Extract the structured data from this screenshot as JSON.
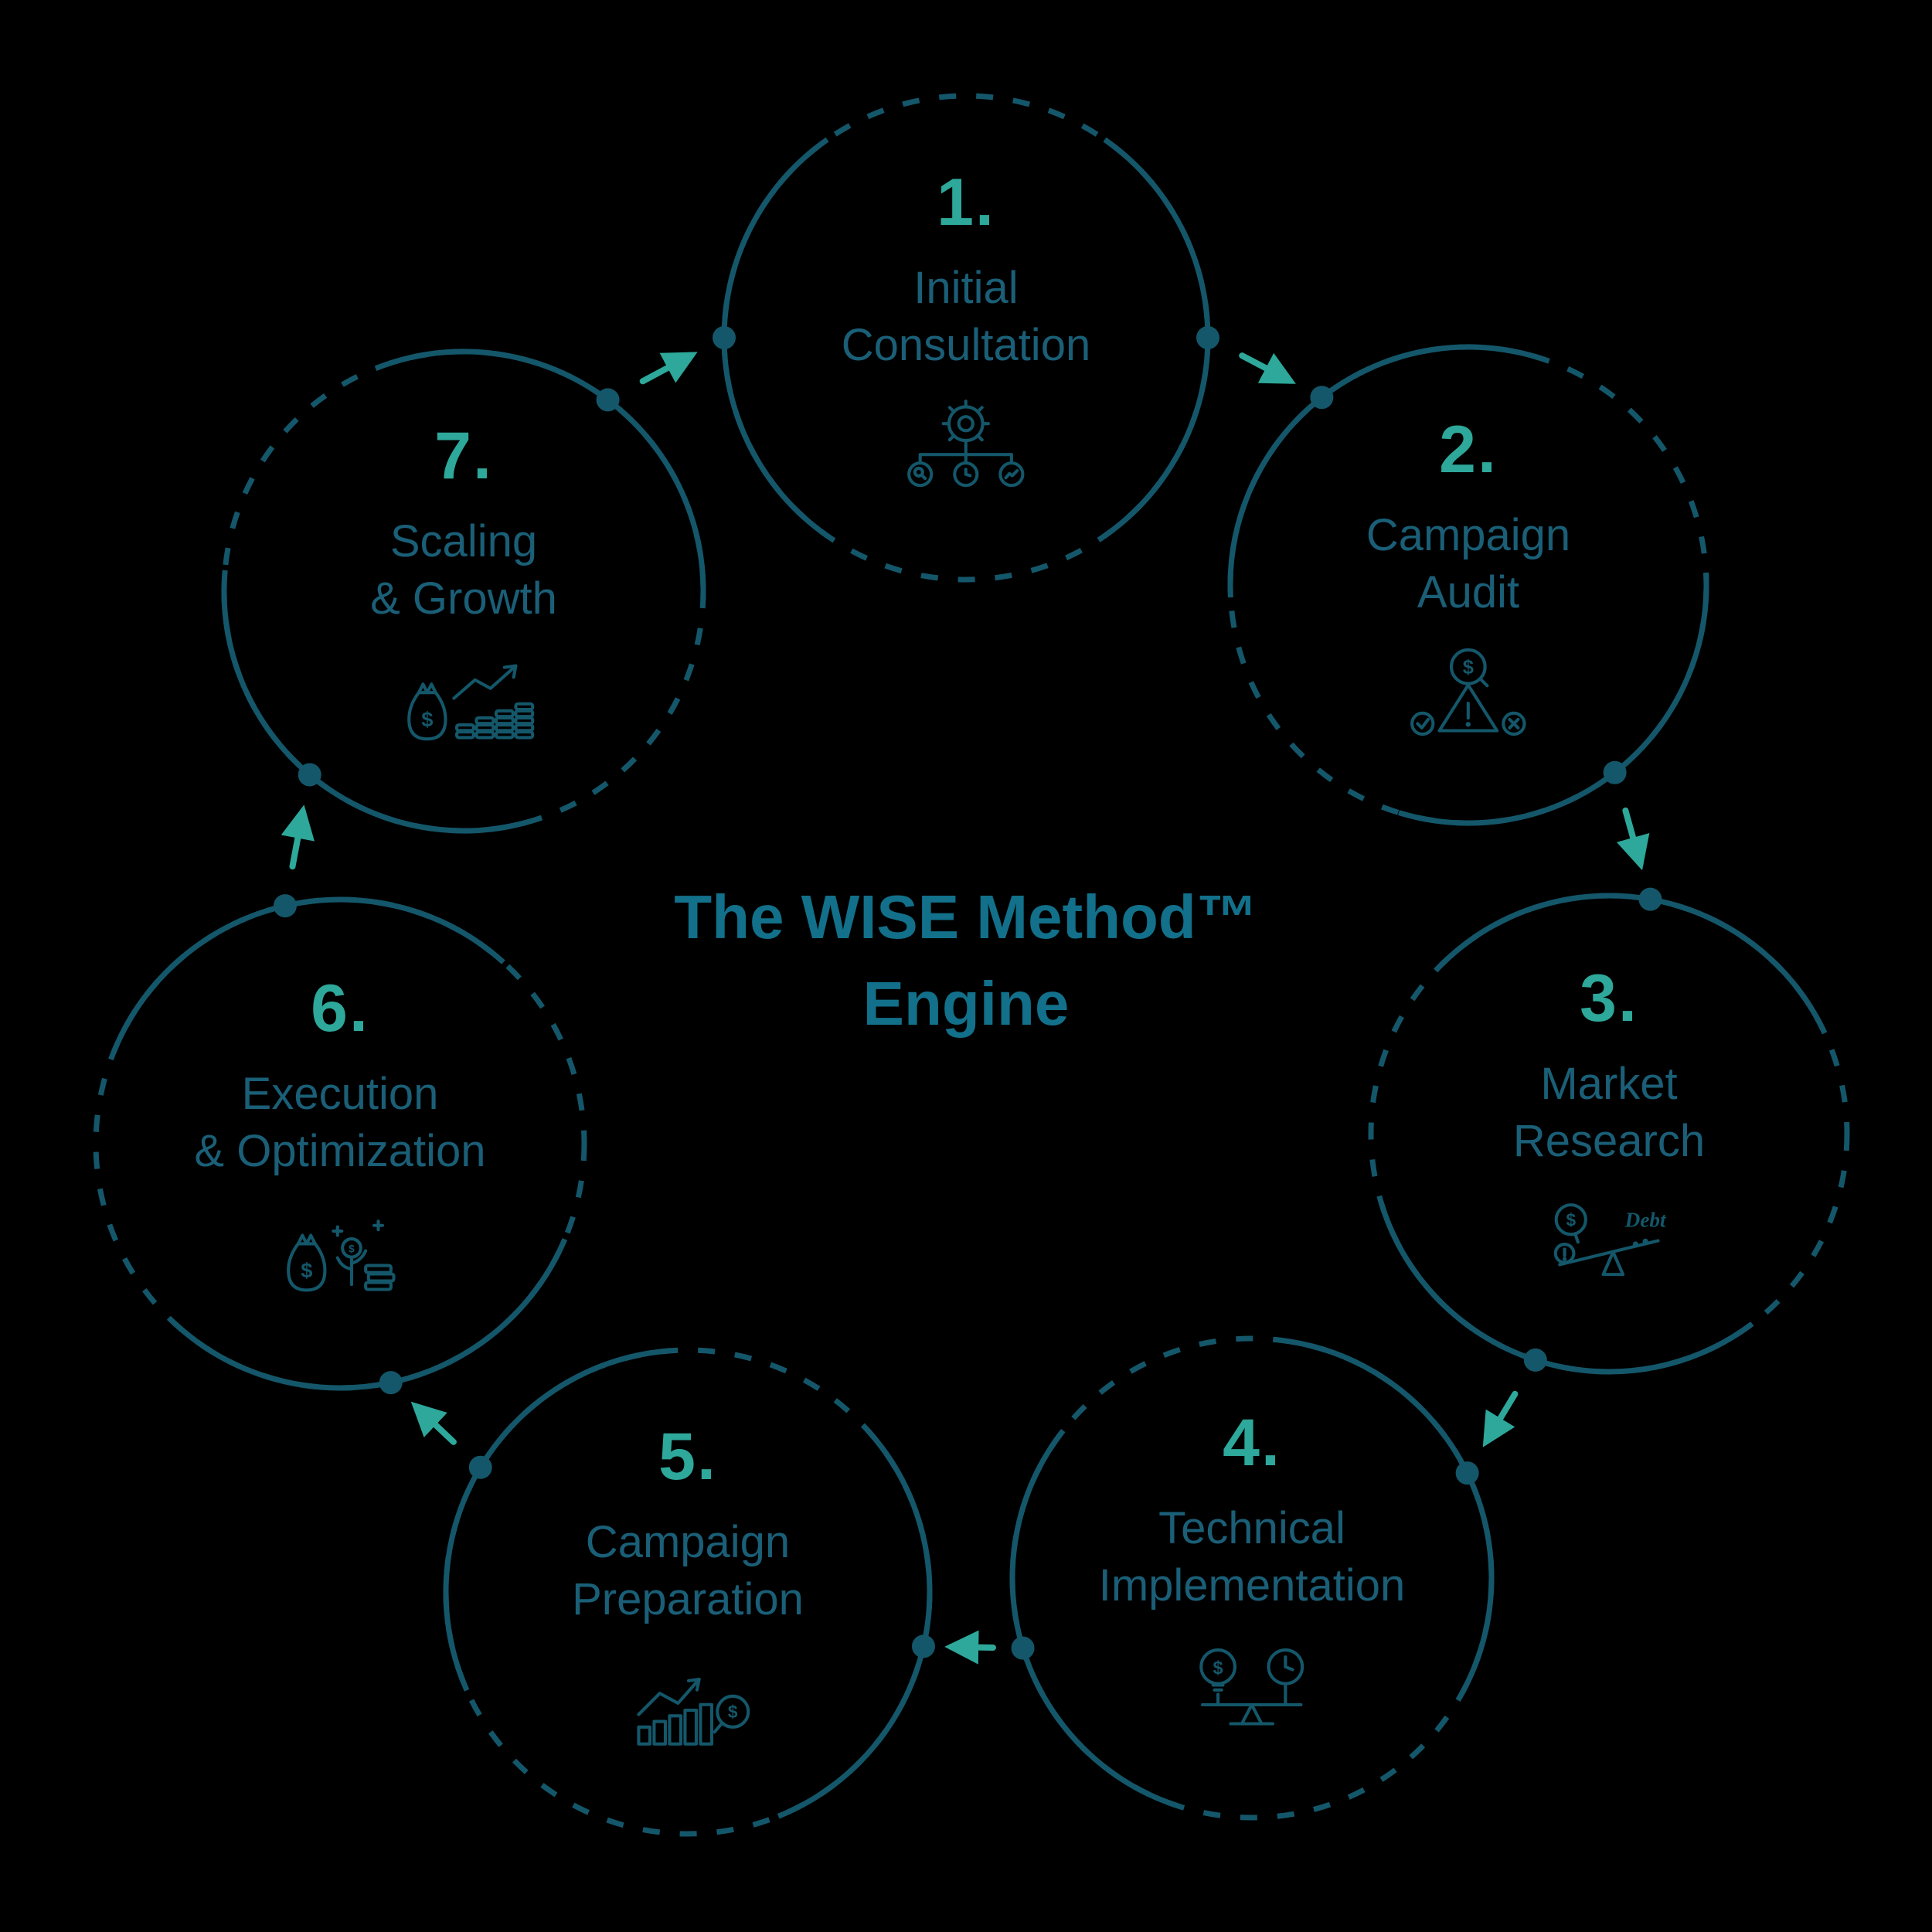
{
  "diagram": {
    "title_line1": "The WISE Method™",
    "title_line2": "Engine"
  },
  "steps": [
    {
      "number": "1.",
      "label_line1": "Initial",
      "label_line2": "Consultation",
      "icon": "gear-network"
    },
    {
      "number": "2.",
      "label_line1": "Campaign",
      "label_line2": "Audit",
      "icon": "audit-warning"
    },
    {
      "number": "3.",
      "label_line1": "Market",
      "label_line2": "Research",
      "icon": "debt-balance"
    },
    {
      "number": "4.",
      "label_line1": "Technical",
      "label_line2": "Implementation",
      "icon": "money-time-balance"
    },
    {
      "number": "5.",
      "label_line1": "Campaign",
      "label_line2": "Preparation",
      "icon": "growth-chart-search"
    },
    {
      "number": "6.",
      "label_line1": "Execution",
      "label_line2": "& Optimization",
      "icon": "investment-growth"
    },
    {
      "number": "7.",
      "label_line1": "Scaling",
      "label_line2": "& Growth",
      "icon": "money-scaling"
    }
  ],
  "icon_text": {
    "dollar": "$",
    "debt": "Debt"
  },
  "colors": {
    "background": "#000000",
    "circle_stroke": "#14576a",
    "label_text": "#1a5f77",
    "accent": "#2da89a",
    "title_text": "#12708a"
  }
}
